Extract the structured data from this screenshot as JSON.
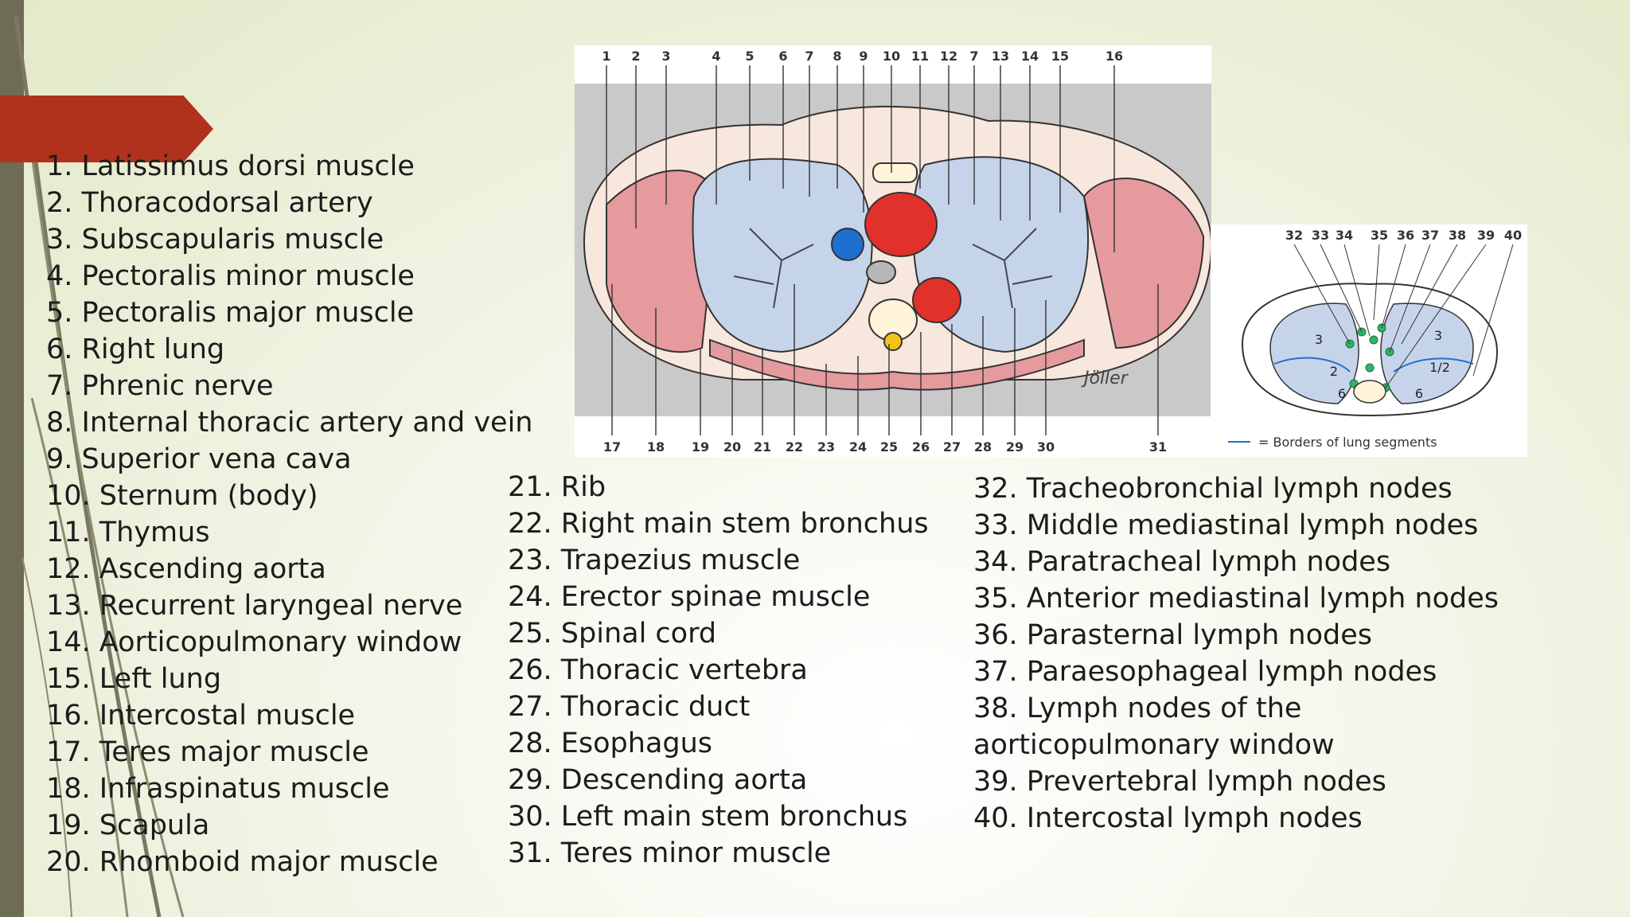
{
  "legend": {
    "col1": [
      "1. Latissimus dorsi muscle",
      "2. Thoracodorsal artery",
      "3. Subscapularis muscle",
      "4. Pectoralis minor muscle",
      "5. Pectoralis major muscle",
      "6. Right lung",
      "7. Phrenic nerve",
      "8. Internal thoracic artery and vein",
      "9. Superior vena cava",
      "10. Sternum (body)",
      "11. Thymus",
      "12. Ascending aorta",
      "13. Recurrent laryngeal nerve",
      "14. Aorticopulmonary window",
      "15. Left lung",
      "16. Intercostal muscle",
      "17. Teres major muscle",
      "18. Infraspinatus muscle",
      "19. Scapula",
      "20. Rhomboid major muscle"
    ],
    "col2": [
      "21. Rib",
      "22. Right main stem bronchus",
      "23. Trapezius muscle",
      "24. Erector spinae muscle",
      "25. Spinal cord",
      "26. Thoracic vertebra",
      "27. Thoracic duct",
      "28. Esophagus",
      "29. Descending aorta",
      "30. Left main stem bronchus",
      "31. Teres minor muscle"
    ],
    "col3": [
      "32. Tracheobronchial lymph nodes",
      "33. Middle mediastinal lymph nodes",
      "34. Paratracheal lymph nodes",
      "35. Anterior mediastinal lymph nodes",
      "36. Parasternal lymph nodes",
      "37. Paraesophageal lymph nodes",
      "38. Lymph nodes of the aorticopulmonary window",
      "39. Prevertebral lymph nodes",
      "40. Intercostal lymph nodes"
    ]
  },
  "figure_main": {
    "top_labels": [
      "1",
      "2",
      "3",
      "4",
      "5",
      "6",
      "7",
      "8",
      "9",
      "10",
      "11",
      "12",
      "7",
      "13",
      "14",
      "15",
      "16"
    ],
    "bottom_labels": [
      "17",
      "18",
      "19",
      "20",
      "21",
      "22",
      "23",
      "24",
      "25",
      "26",
      "27",
      "28",
      "29",
      "30",
      "31"
    ],
    "signature": "Jöller"
  },
  "figure_inset": {
    "top_labels": [
      "32",
      "33",
      "34",
      "35",
      "36",
      "37",
      "38",
      "39",
      "40"
    ],
    "segment_labels": [
      "3",
      "2",
      "6",
      "3",
      "1/2",
      "6"
    ],
    "border_legend": "= Borders of lung segments"
  }
}
